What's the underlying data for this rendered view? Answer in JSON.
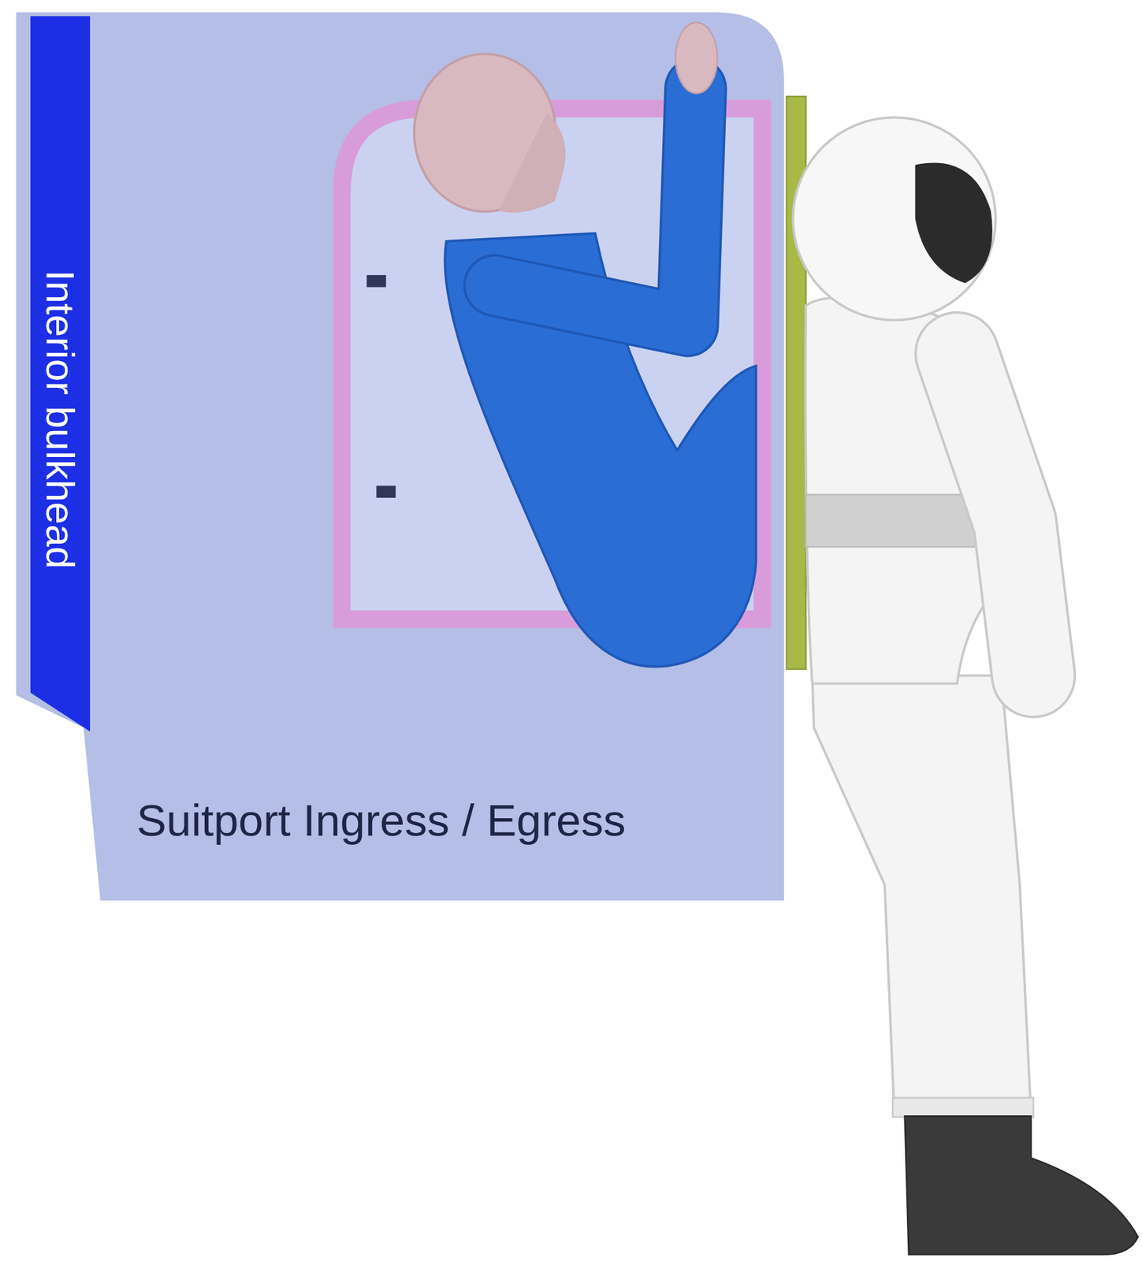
{
  "diagram": {
    "nodes": [
      {
        "text": [
          "Suitport Ingress / Egress"
        ]
      },
      {
        "text": [
          "Interior bulkhead"
        ],
        "in": 0
      }
    ]
  }
}
